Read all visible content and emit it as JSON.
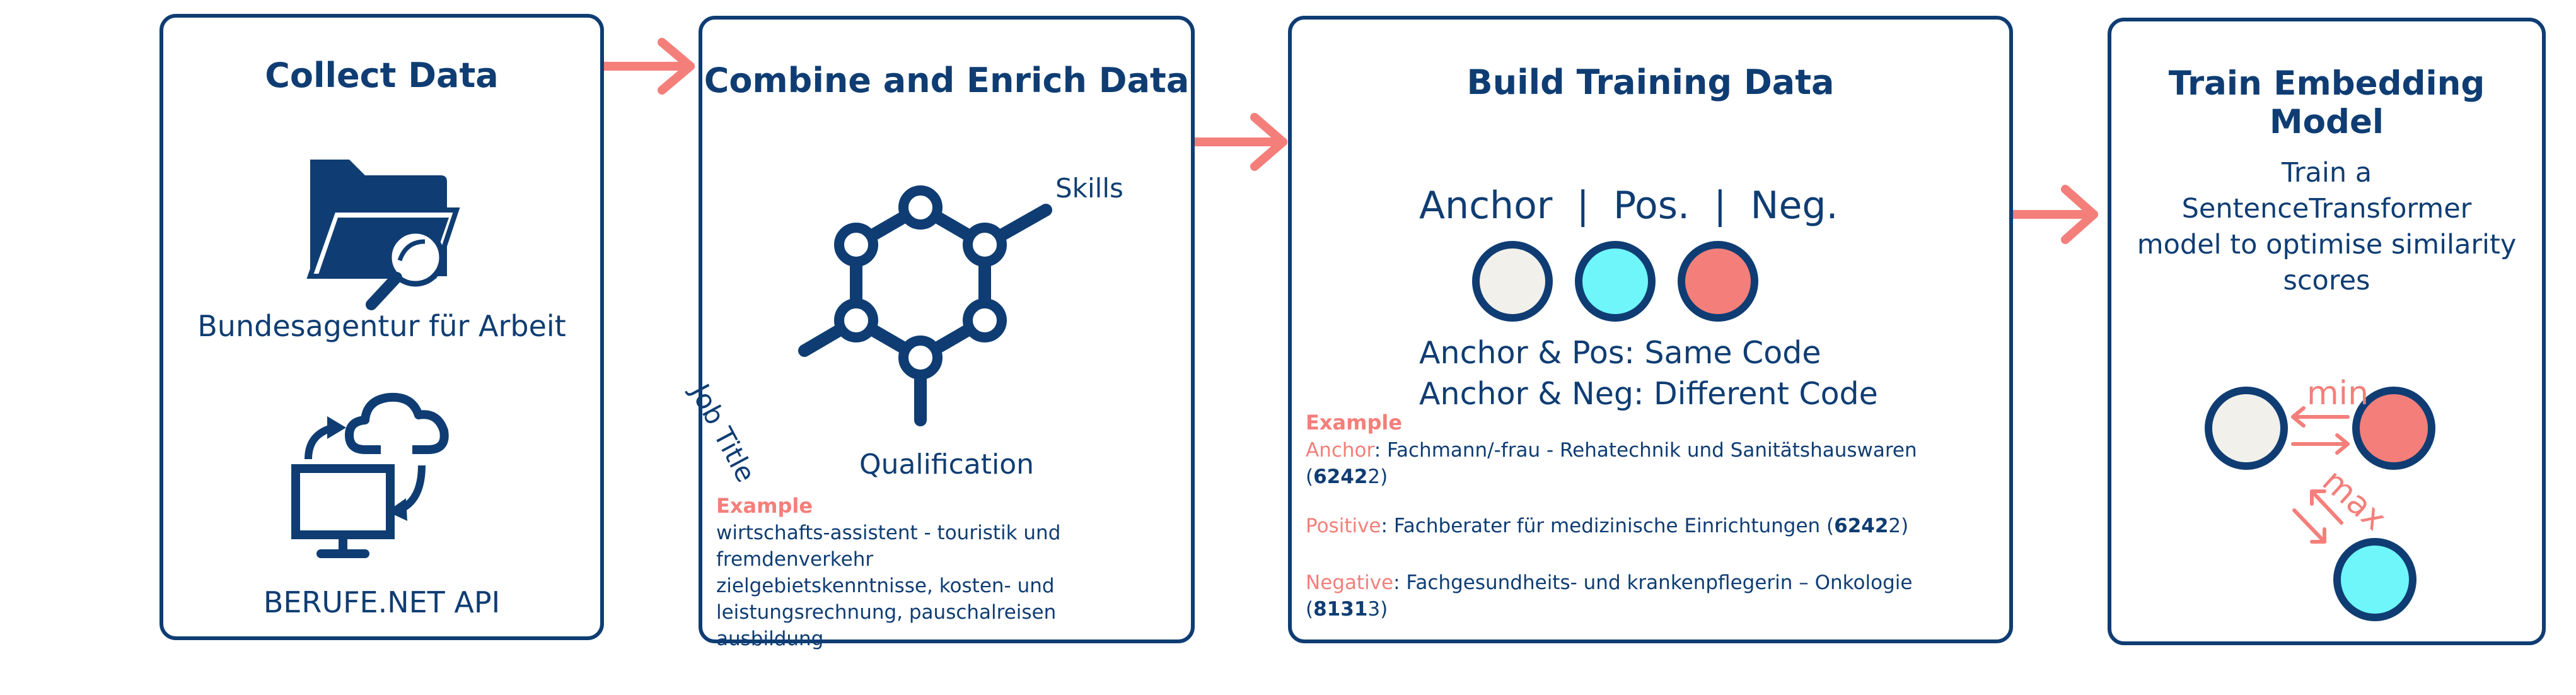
{
  "colors": {
    "navy": "#0f3d73",
    "coral": "#f47f7a",
    "cyan": "#6ff6fb",
    "offwhite": "#f1f0ea"
  },
  "collect": {
    "title": "Collect Data",
    "source1": "Bundesagentur für Arbeit",
    "source2": "BERUFE.NET API",
    "icons": [
      "folder-search-icon",
      "computer-cloud-sync-icon"
    ]
  },
  "combine": {
    "title": "Combine and Enrich Data",
    "skills": "Skills",
    "job_title": "Job Title",
    "qualification": "Qualification",
    "example_label": "Example",
    "example_lines": [
      "wirtschafts-assistent - touristik und",
      "fremdenverkehr",
      "zielgebietskenntnisse, kosten- und",
      "leistungsrechnung, pauschalreisen",
      "ausbildung"
    ]
  },
  "build": {
    "title": "Build Training Data",
    "header": "Anchor  |  Pos.  |  Neg.",
    "rule1": "Anchor & Pos: Same Code",
    "rule2": "Anchor & Neg: Different Code",
    "example_label": "Example",
    "anchor_label": "Anchor",
    "anchor_text": ": Fachmann/-frau - Rehatechnik und Sanitätshauswaren",
    "anchor_code_bold": "6242",
    "anchor_code_rest": "2",
    "positive_label": "Positive",
    "positive_text": ": Fachberater für medizinische Einrichtungen (",
    "positive_code_bold": "6242",
    "positive_code_rest": "2)",
    "negative_label": "Negative",
    "negative_text": ": Fachgesundheits- und krankenpflegerin – Onkologie",
    "negative_code_bold": "8131",
    "negative_code_rest": "3"
  },
  "train": {
    "title": "Train Embedding Model",
    "desc_lines": [
      "Train a",
      "SentenceTransformer",
      "model to optimise similarity",
      "scores"
    ],
    "min_label": "min",
    "max_label": "max"
  }
}
